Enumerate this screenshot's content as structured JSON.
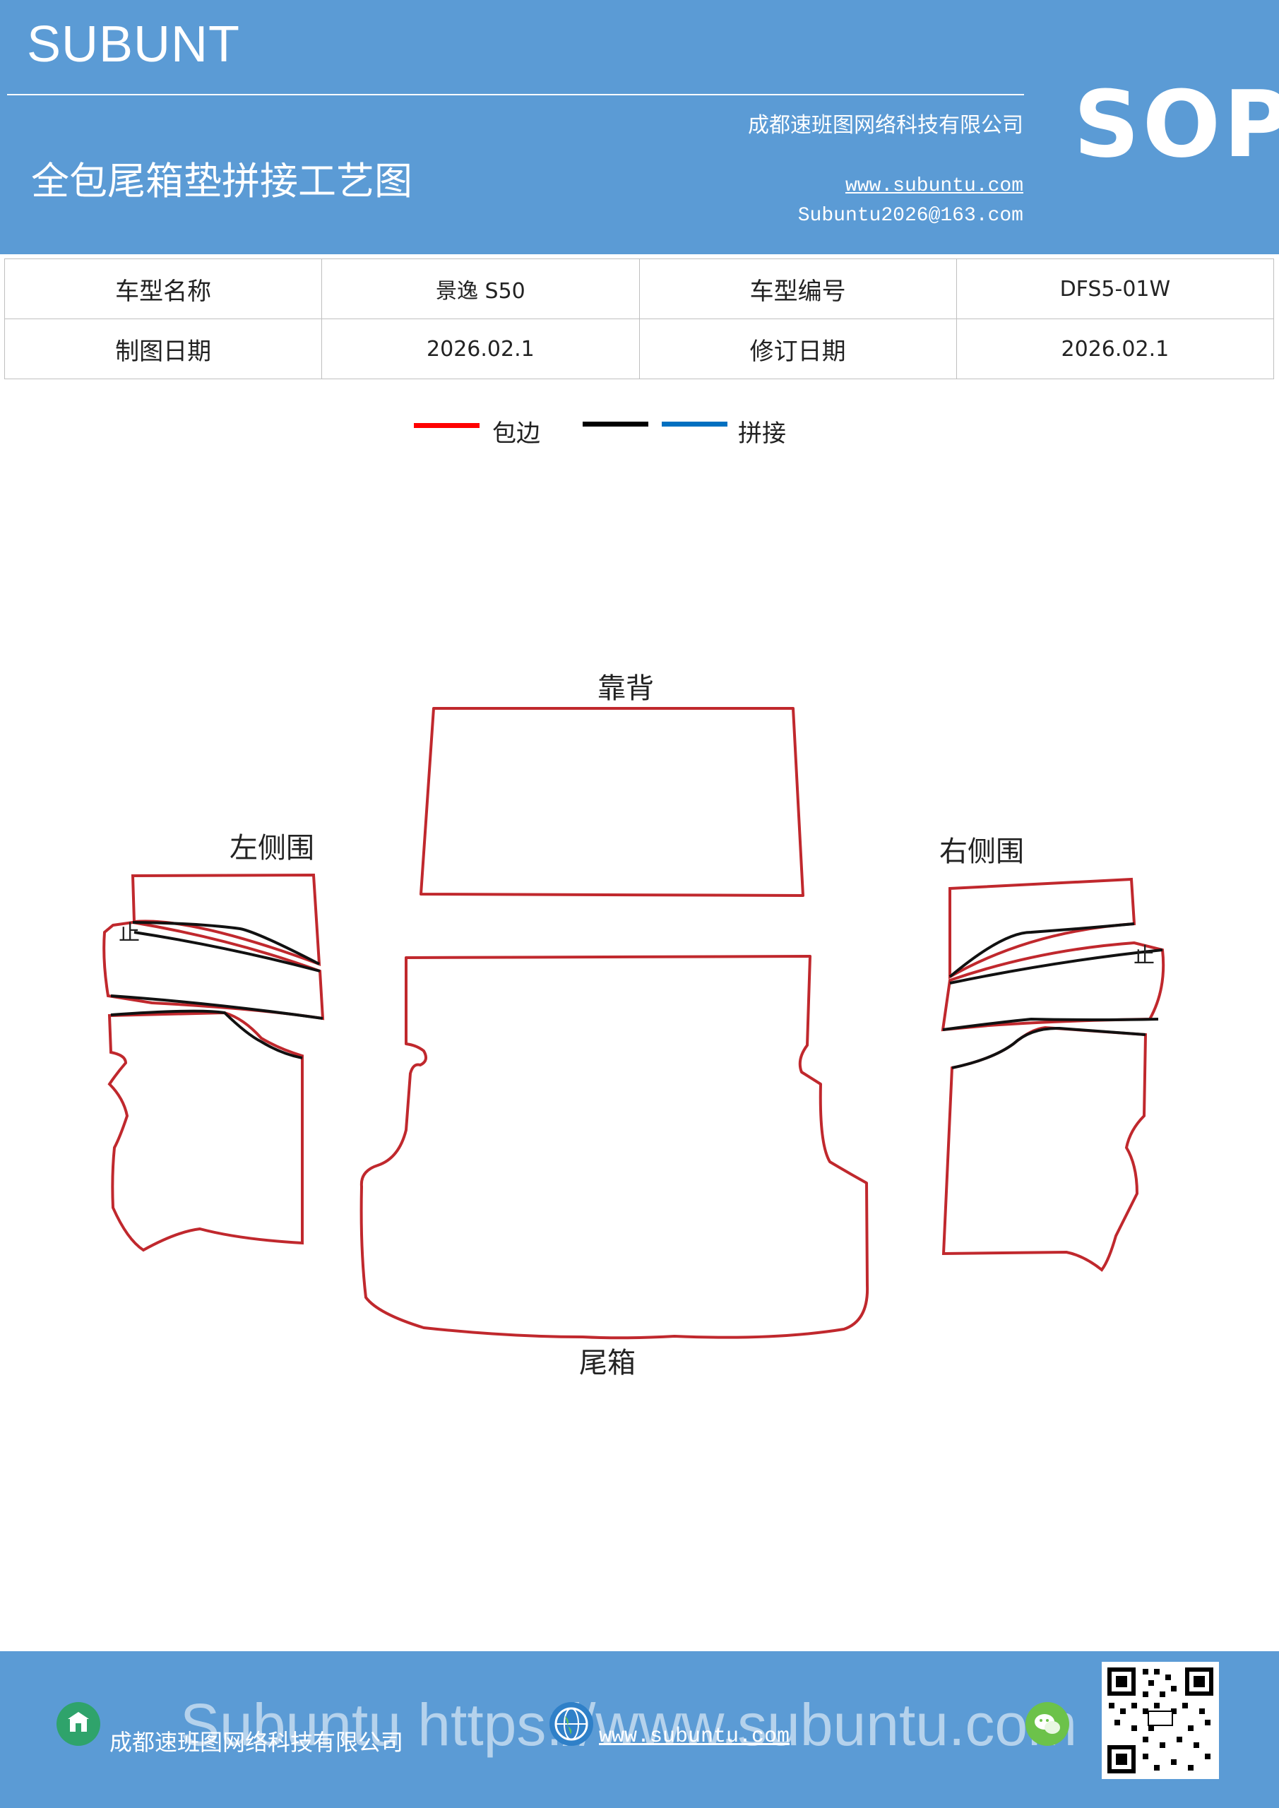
{
  "header": {
    "brand": "SUBUNT",
    "title": "全包尾箱垫拼接工艺图",
    "company": "成都速班图网络科技有限公司",
    "website": "www.subuntu.com",
    "email": "Subuntu2026@163.com",
    "badge": "SOP"
  },
  "info_table": {
    "model_name_label": "车型名称",
    "model_name_value": "景逸 S50",
    "model_code_label": "车型编号",
    "model_code_value": "DFS5-01W",
    "draw_date_label": "制图日期",
    "draw_date_value": "2026.02.1",
    "revise_date_label": "修订日期",
    "revise_date_value": "2026.02.1"
  },
  "legend": {
    "edging_label": "包边",
    "splice_label": "拼接",
    "colors": {
      "edging": "#ff0000",
      "splice_black": "#000000",
      "splice_blue": "#0070c0"
    }
  },
  "diagram": {
    "backrest_label": "靠背",
    "trunk_label": "尾箱",
    "left_side_label": "左侧围",
    "right_side_label": "右侧围",
    "stop_mark": "止",
    "outline_color": "#c0282d"
  },
  "footer": {
    "company": "成都速班图网络科技有限公司",
    "website": "www.subuntu.com",
    "watermark": "Subuntu https://www.subuntu.com"
  }
}
